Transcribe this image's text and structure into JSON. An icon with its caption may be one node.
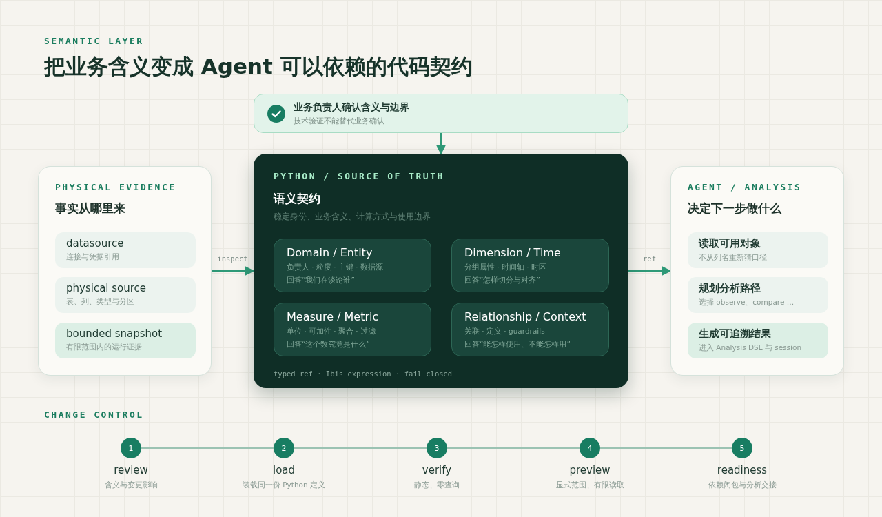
{
  "diagram": {
    "title": "把业务含义变成 Agent 可以依赖的代码契约",
    "nodes": [
      {
        "text": [
          "业务负责人确认含义与边界",
          "技术验证不能替代业务确认"
        ]
      },
      {
        "text": [
          "PHYSICAL EVIDENCE",
          "事实从哪里来"
        ]
      },
      {
        "text": [
          "datasource",
          "连接与凭据引用"
        ],
        "in": 1
      },
      {
        "text": [
          "physical source",
          "表、列、类型与分区"
        ],
        "in": 1
      },
      {
        "text": [
          "bounded snapshot",
          "有限范围内的运行证据"
        ],
        "in": 1
      },
      {
        "text": [
          "PYTHON / SOURCE OF TRUTH",
          "语义契约",
          "稳定身份、业务含义、计算方式与使用边界",
          "typed ref · Ibis expression · fail closed"
        ]
      },
      {
        "text": [
          "Domain / Entity",
          "负责人 · 粒度 · 主键 · 数据源",
          "回答“我们在谈论谁”"
        ],
        "in": 5
      },
      {
        "text": [
          "Dimension / Time",
          "分组属性 · 时间轴 · 时区",
          "回答“怎样切分与对齐”"
        ],
        "in": 5
      },
      {
        "text": [
          "Measure / Metric",
          "单位 · 可加性 · 聚合 · 过滤",
          "回答“这个数究竟是什么”"
        ],
        "in": 5
      },
      {
        "text": [
          "Relationship / Context",
          "关联 · 定义 · guardrails",
          "回答“能怎样使用、不能怎样用”"
        ],
        "in": 5
      },
      {
        "text": [
          "AGENT / ANALYSIS",
          "决定下一步做什么"
        ]
      },
      {
        "text": [
          "读取可用对象",
          "不从列名重新猜口径"
        ],
        "in": 10
      },
      {
        "text": [
          "规划分析路径",
          "选择 observe、compare …"
        ],
        "in": 10
      },
      {
        "text": [
          "生成可追溯结果",
          "进入 Analysis DSL 与 session"
        ],
        "in": 10
      },
      {
        "text": [
          "1"
        ],
        "beside": [
          "review",
          "含义与变更影响"
        ]
      },
      {
        "text": [
          "2"
        ],
        "beside": [
          "load",
          "装载同一份 Python 定义"
        ]
      },
      {
        "text": [
          "3"
        ],
        "beside": [
          "verify",
          "静态、零查询"
        ]
      },
      {
        "text": [
          "4"
        ],
        "beside": [
          "preview",
          "显式范围、有限读取"
        ]
      },
      {
        "text": [
          "5"
        ],
        "beside": [
          "readiness",
          "依赖闭包与分析交接"
        ]
      }
    ],
    "edges": [
      {
        "from": 0,
        "to": 5,
        "arrow": "to",
        "color": "#2f9a78"
      },
      {
        "from": 1,
        "to": 5,
        "arrow": "to",
        "label": "inspect",
        "color": "#2f9a78"
      },
      {
        "from": 5,
        "to": 10,
        "arrow": "to",
        "label": "ref",
        "color": "#2f9a78"
      },
      {
        "from": 14,
        "to": 15,
        "arrow": "none"
      },
      {
        "from": 15,
        "to": 16,
        "arrow": "none"
      },
      {
        "from": 16,
        "to": 17,
        "arrow": "none"
      },
      {
        "from": 17,
        "to": 18,
        "arrow": "none"
      }
    ],
    "labels": [
      "SEMANTIC LAYER",
      "CHANGE CONTROL"
    ]
  }
}
